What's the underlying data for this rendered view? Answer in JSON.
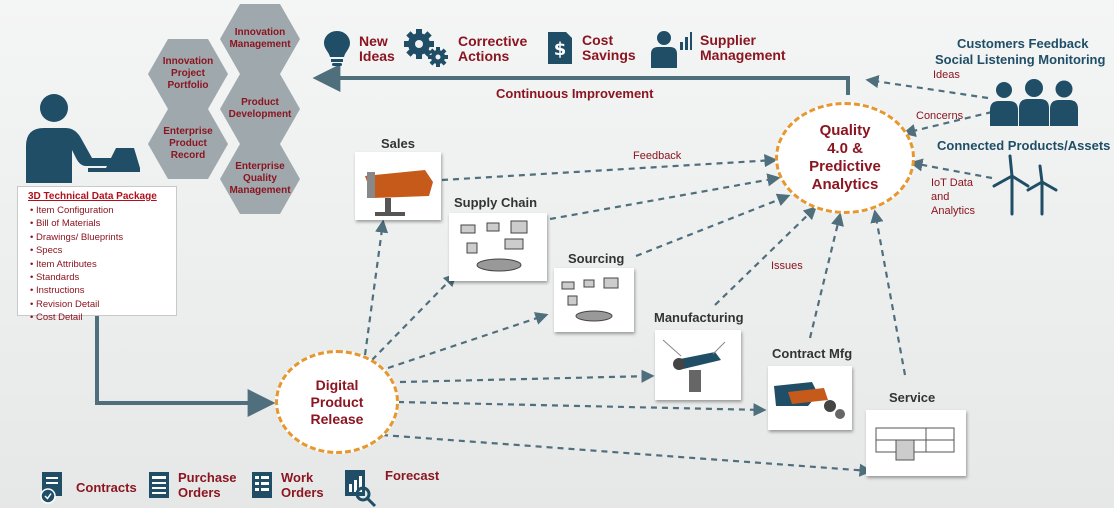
{
  "hexes": [
    {
      "id": "hex-innovation-management",
      "label": "Innovation Management"
    },
    {
      "id": "hex-innovation-project-portfolio",
      "label": "Innovation Project Portfolio"
    },
    {
      "id": "hex-product-development",
      "label": "Product Development"
    },
    {
      "id": "hex-enterprise-product-record",
      "label": "Enterprise Product Record"
    },
    {
      "id": "hex-enterprise-quality-management",
      "label": "Enterprise Quality Management"
    }
  ],
  "top_items": [
    {
      "label": "New Ideas",
      "icon": "lightbulb-icon"
    },
    {
      "label": "Corrective Actions",
      "icon": "gears-icon"
    },
    {
      "label": "Cost Savings",
      "icon": "dollar-document-icon"
    },
    {
      "label": "Supplier Management",
      "icon": "person-chart-icon"
    }
  ],
  "continuous_improvement": "Continuous Improvement",
  "right": {
    "customers_feedback": "Customers Feedback",
    "social_listening": "Social  Listening Monitoring",
    "connected_products": "Connected Products/Assets"
  },
  "quality_circle": "Quality\n4.0 &\nPredictive\nAnalytics",
  "digital_circle": "Digital\nProduct\nRelease",
  "nodes": {
    "sales": "Sales",
    "supply_chain": "Supply Chain",
    "sourcing": "Sourcing",
    "manufacturing": "Manufacturing",
    "contract_mfg": "Contract Mfg",
    "service": "Service"
  },
  "edge_labels": {
    "ideas": "Ideas",
    "concerns": "Concerns",
    "feedback": "Feedback",
    "iot": "IoT Data\nand\nAnalytics",
    "issues": "Issues"
  },
  "package": {
    "title": "3D Technical Data Package",
    "items": [
      "Item Configuration",
      "Bill of Materials",
      "Drawings/ Blueprints",
      "Specs",
      "Item Attributes",
      "Standards",
      "Instructions",
      "Revision Detail",
      "Cost Detail"
    ]
  },
  "bottom_items": [
    {
      "label": "Contracts",
      "icon": "contract-icon"
    },
    {
      "label": "Purchase Orders",
      "icon": "purchase-order-icon"
    },
    {
      "label": "Work Orders",
      "icon": "work-order-icon"
    },
    {
      "label": "Forecast",
      "icon": "forecast-icon"
    }
  ],
  "colors": {
    "accent": "#8b1520",
    "teal": "#1f4e66",
    "dashed": "#4f6f7d",
    "orange": "#e8962e",
    "hex": "#9fa8ad"
  }
}
